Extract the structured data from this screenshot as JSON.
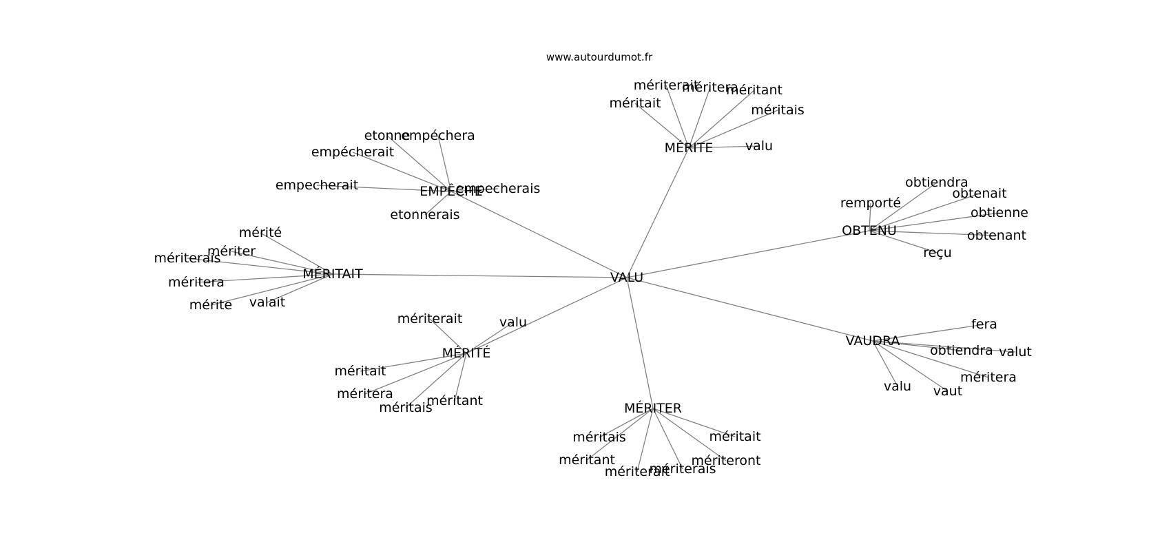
{
  "watermark": "www.autourdumot.fr",
  "center": "VALU",
  "hubs": [
    {
      "id": "empeche",
      "label": "EMPÊCHE",
      "leaves": [
        {
          "id": "etonne",
          "label": "etonne"
        },
        {
          "id": "empechera",
          "label": "empéchera"
        },
        {
          "id": "empecherait-accent",
          "label": "empécherait"
        },
        {
          "id": "empecherait",
          "label": "empecherait"
        },
        {
          "id": "empecherais",
          "label": "empecherais"
        },
        {
          "id": "etonnerais",
          "label": "etonnerais"
        }
      ]
    },
    {
      "id": "merite-e",
      "label": "MÉRITE",
      "leaves": [
        {
          "id": "meriterait",
          "label": "mériterait"
        },
        {
          "id": "meritera",
          "label": "méritera"
        },
        {
          "id": "meritant",
          "label": "méritant"
        },
        {
          "id": "meritait",
          "label": "méritait"
        },
        {
          "id": "meritais",
          "label": "méritais"
        },
        {
          "id": "valu",
          "label": "valu"
        }
      ]
    },
    {
      "id": "obtenu",
      "label": "OBTENU",
      "leaves": [
        {
          "id": "obtiendra",
          "label": "obtiendra"
        },
        {
          "id": "obtenait",
          "label": "obtenait"
        },
        {
          "id": "remporte",
          "label": "remporté"
        },
        {
          "id": "obtienne",
          "label": "obtienne"
        },
        {
          "id": "obtenant",
          "label": "obtenant"
        },
        {
          "id": "recu",
          "label": "reçu"
        }
      ]
    },
    {
      "id": "meritait",
      "label": "MÉRITAIT",
      "leaves": [
        {
          "id": "merite-past",
          "label": "mérité"
        },
        {
          "id": "meriter",
          "label": "mériter"
        },
        {
          "id": "meriterais",
          "label": "mériterais"
        },
        {
          "id": "meritera",
          "label": "méritera"
        },
        {
          "id": "merite",
          "label": "mérite"
        },
        {
          "id": "valait",
          "label": "valait"
        }
      ]
    },
    {
      "id": "vaudra",
      "label": "VAUDRA",
      "leaves": [
        {
          "id": "fera",
          "label": "fera"
        },
        {
          "id": "obtiendra",
          "label": "obtiendra"
        },
        {
          "id": "valut",
          "label": "valut"
        },
        {
          "id": "meritera",
          "label": "méritera"
        },
        {
          "id": "valu",
          "label": "valu"
        },
        {
          "id": "vaut",
          "label": "vaut"
        }
      ]
    },
    {
      "id": "merite-pp",
      "label": "MÉRITÉ",
      "leaves": [
        {
          "id": "meriterait",
          "label": "mériterait"
        },
        {
          "id": "valu",
          "label": "valu"
        },
        {
          "id": "meritait",
          "label": "méritait"
        },
        {
          "id": "meritera",
          "label": "méritera"
        },
        {
          "id": "meritais",
          "label": "méritais"
        },
        {
          "id": "meritant",
          "label": "méritant"
        }
      ]
    },
    {
      "id": "meriter",
      "label": "MÉRITER",
      "leaves": [
        {
          "id": "meritais",
          "label": "méritais"
        },
        {
          "id": "meritait",
          "label": "méritait"
        },
        {
          "id": "meritant",
          "label": "méritant"
        },
        {
          "id": "meriteront",
          "label": "mériteront"
        },
        {
          "id": "meriterait",
          "label": "mériterait"
        },
        {
          "id": "meriterais",
          "label": "mériterais"
        }
      ]
    }
  ]
}
